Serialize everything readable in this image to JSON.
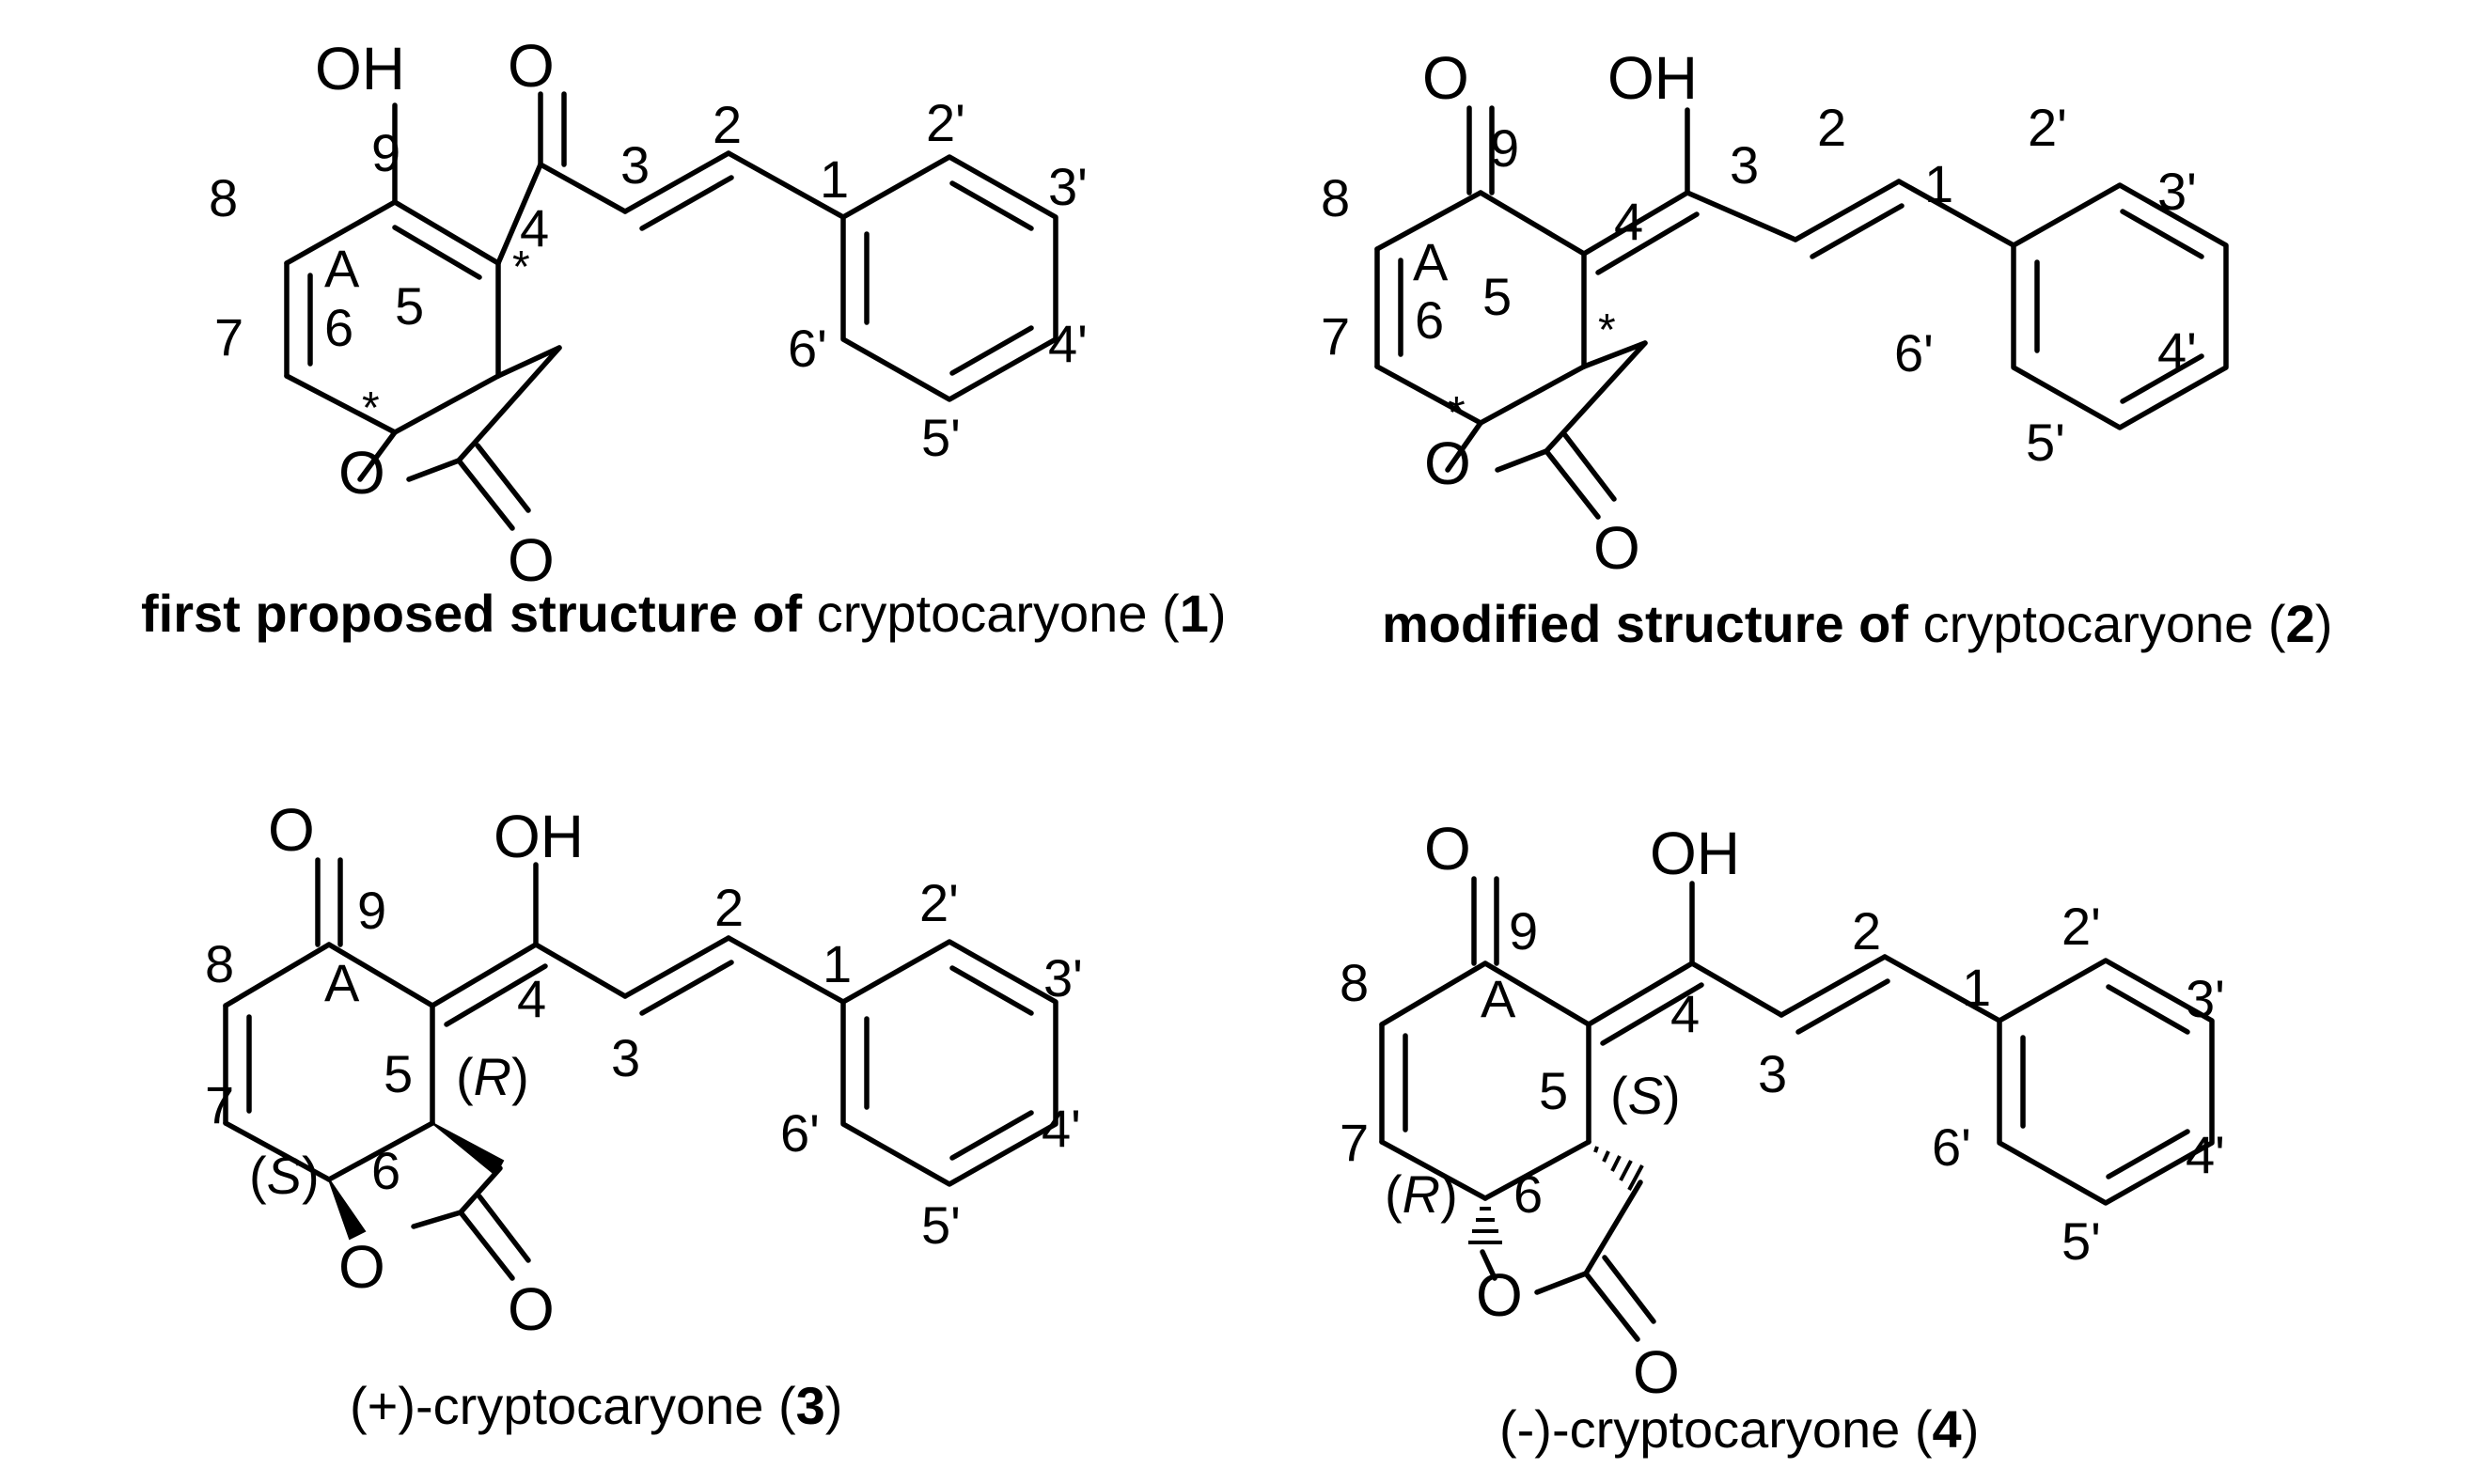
{
  "figure": {
    "structures": [
      {
        "id": "s1",
        "caption_bold": "first proposed structure of",
        "caption_name": "cryptocaryone",
        "caption_paren_open": "(",
        "caption_number": "1",
        "caption_paren_close": ")",
        "atoms": {
          "oh": "OH",
          "ketone_o": "O",
          "ring_o": "O",
          "lactone_o": "O"
        },
        "ring_label": "A",
        "stereo_labels": {
          "c5": "*",
          "c6": "*"
        }
      },
      {
        "id": "s2",
        "caption_bold": "modified structure of",
        "caption_name": "cryptocaryone",
        "caption_paren_open": "(",
        "caption_number": "2",
        "caption_paren_close": ")",
        "atoms": {
          "oh": "OH",
          "ketone_o": "O",
          "ring_o": "O",
          "lactone_o": "O"
        },
        "ring_label": "A",
        "stereo_labels": {
          "c5": "*",
          "c6": "*"
        }
      },
      {
        "id": "s3",
        "caption_prefix": "(+)-cryptocaryone",
        "caption_paren_open": "(",
        "caption_number": "3",
        "caption_paren_close": ")",
        "atoms": {
          "oh": "OH",
          "ketone_o": "O",
          "ring_o": "O",
          "lactone_o": "O"
        },
        "ring_label": "A",
        "stereo_labels": {
          "c5": "R",
          "c6": "S"
        }
      },
      {
        "id": "s4",
        "caption_prefix": "(-)-cryptocaryone",
        "caption_paren_open": "(",
        "caption_number": "4",
        "caption_paren_close": ")",
        "atoms": {
          "oh": "OH",
          "ketone_o": "O",
          "ring_o": "O",
          "lactone_o": "O"
        },
        "ring_label": "A",
        "stereo_labels": {
          "c5": "S",
          "c6": "R"
        }
      }
    ],
    "locants": {
      "c2": "2",
      "c3": "3",
      "c4": "4",
      "c5": "5",
      "c6": "6",
      "c7": "7",
      "c8": "8",
      "c9": "9",
      "c1p": "1",
      "c2p": "2'",
      "c3p": "3'",
      "c4p": "4'",
      "c5p": "5'",
      "c6p": "6'"
    }
  }
}
